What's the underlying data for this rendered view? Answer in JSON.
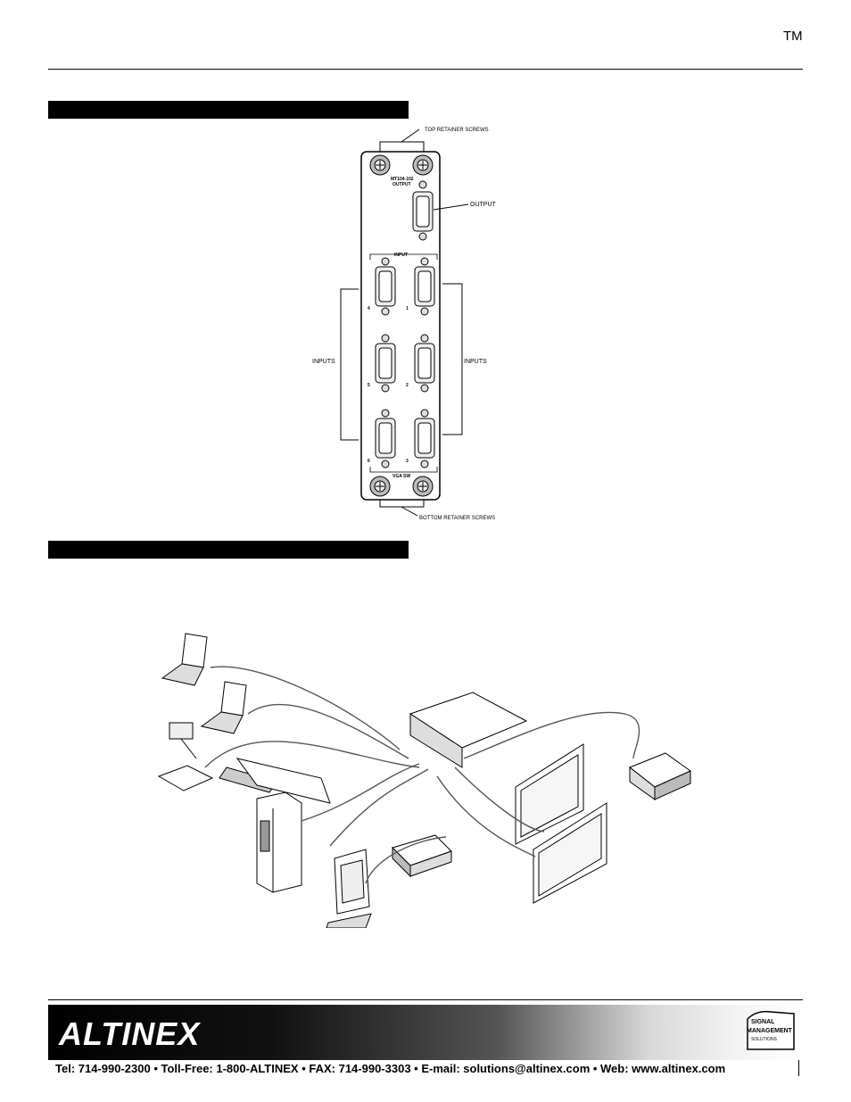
{
  "header": {
    "trademark": "TM"
  },
  "panel_diagram": {
    "labels": {
      "top_screws": "TOP RETAINER SCREWS",
      "bottom_screws": "BOTTOM RETAINER SCREWS",
      "output": "OUTPUT",
      "inputs_left": "INPUTS",
      "inputs_right": "INPUTS",
      "model": "MT104-102",
      "model_output": "OUTPUT",
      "input_header": "INPUT",
      "vga_sw": "VGA SW",
      "port_4": "4",
      "port_5": "5",
      "port_6": "6",
      "port_1": "1",
      "port_2": "2",
      "port_3": "3"
    }
  },
  "footer": {
    "logo": "ALTINEX",
    "badge_line1": "SIGNAL",
    "badge_line2": "MANAGEMENT",
    "badge_line3": "SOLUTIONS",
    "contact": "Tel: 714-990-2300 • Toll-Free: 1-800-ALTINEX • FAX: 714-990-3303 • E-mail: solutions@altinex.com • Web: www.altinex.com"
  }
}
